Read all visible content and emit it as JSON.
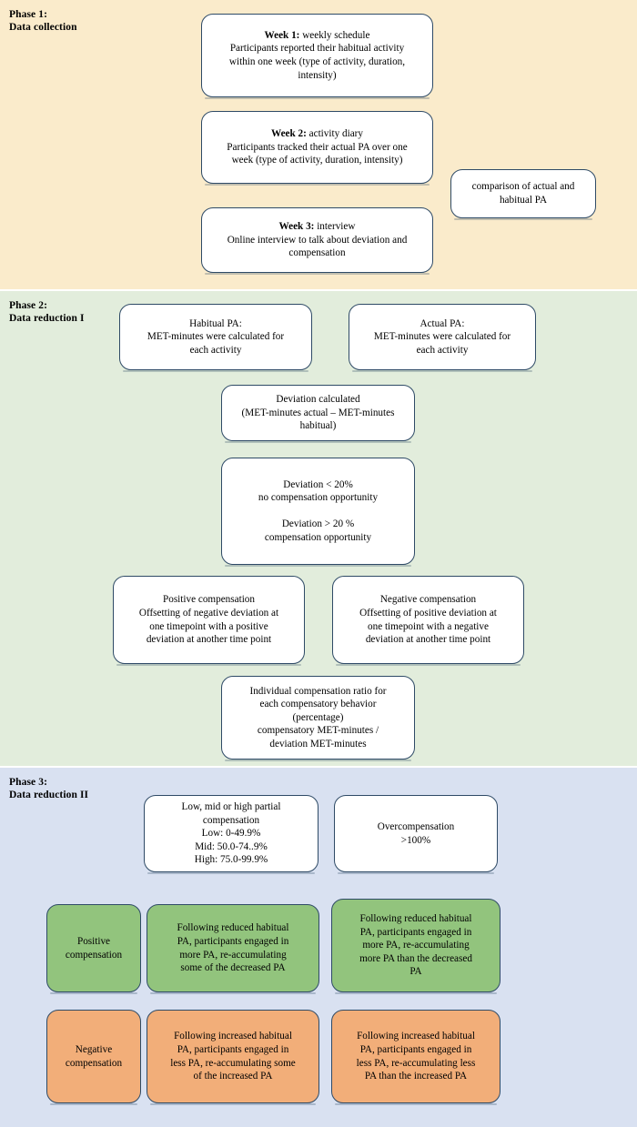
{
  "figure": {
    "type": "flowchart",
    "title": "Study design flowchart: physical activity compensation",
    "bands": [
      {
        "id": "phase1",
        "color": "#FAEBCB",
        "label": "Phase 1:\nData collection"
      },
      {
        "id": "phase2",
        "color": "#E2EDDC",
        "label": "Phase 2:\nData reduction I"
      },
      {
        "id": "phase3",
        "color": "#D9E1F1",
        "label": "Phase 3:\nData reduction II"
      }
    ]
  },
  "phase1": {
    "label": "Phase 1:\nData collection",
    "week1": {
      "lead": "Week 1:",
      "lead_rest": " weekly schedule",
      "body": "Participants reported their habitual activity\nwithin one week (type of activity, duration,\nintensity)"
    },
    "week2": {
      "lead": "Week 2:",
      "lead_rest": " activity diary",
      "body": "Participants tracked their actual PA over one\nweek (type of activity, duration, intensity)"
    },
    "week3": {
      "lead": "Week 3:",
      "lead_rest": " interview",
      "body": "Online interview to talk about deviation and\ncompensation"
    },
    "comparison": "comparison of actual and\nhabitual PA"
  },
  "phase2": {
    "label": "Phase 2:\nData reduction I",
    "habitual_pa": "Habitual PA:\nMET-minutes were calculated for\neach activity",
    "actual_pa": "Actual PA:\nMET-minutes were calculated for\neach activity",
    "deviation_calculated": "Deviation calculated\n(MET-minutes actual – MET-minutes\nhabitual)",
    "deviation_thresholds": "Deviation < 20%\nno compensation opportunity\n\nDeviation > 20 %\ncompensation opportunity",
    "positive_compensation": "Positive compensation\nOffsetting of negative deviation at\none timepoint with a positive\ndeviation at another time point",
    "negative_compensation": "Negative compensation\nOffsetting of positive deviation at\none timepoint with a negative\ndeviation at another time point",
    "compensation_ratio": "Individual compensation ratio for\neach compensatory behavior\n(percentage)\ncompensatory MET-minutes /\ndeviation MET-minutes"
  },
  "phase3": {
    "label": "Phase 3:\nData reduction II",
    "partial_compensation": "Low, mid or high partial\ncompensation\nLow: 0-49.9%\nMid: 50.0-74..9%\nHigh: 75.0-99.9%",
    "overcompensation": "Overcompensation\n>100%",
    "positive_row": {
      "title": "Positive\ncompensation",
      "partial": "Following reduced habitual\nPA, participants engaged in\nmore PA, re-accumulating\nsome of the decreased PA",
      "over": "Following reduced habitual\nPA, participants engaged in\nmore PA, re-accumulating\nmore PA than the decreased\nPA",
      "color": "#92C47D"
    },
    "negative_row": {
      "title": "Negative\ncompensation",
      "partial": "Following increased habitual\nPA, participants engaged in\nless PA, re-accumulating some\nof the increased PA",
      "over": "Following increased habitual\nPA, participants engaged in\nless PA, re-accumulating less\nPA than the increased PA",
      "color": "#F2AE79"
    }
  }
}
